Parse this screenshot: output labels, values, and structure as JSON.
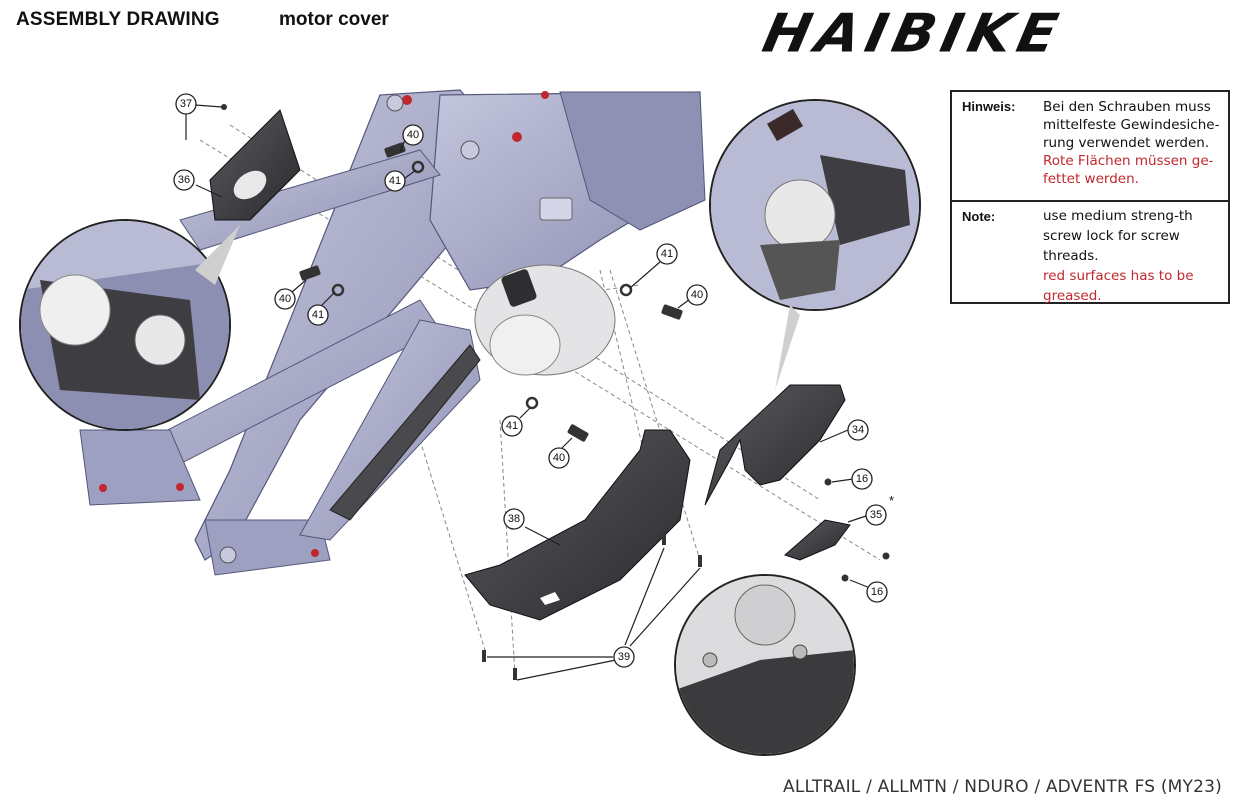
{
  "header": {
    "title": "ASSEMBLY DRAWING",
    "subtitle": "motor cover",
    "logo": "HAIBIKE"
  },
  "notes": {
    "hinweis_label": "Hinweis:",
    "hinweis_black": "Bei den Schrauben muss mittelfeste Gewindesiche-rung verwendet werden.",
    "hinweis_red": "Rote Flächen müssen ge-fettet werden.",
    "note_label": "Note:",
    "note_black": "use medium streng-th screw lock for screw threads.",
    "note_red": "red surfaces has to be greased."
  },
  "callouts": {
    "c37": "37",
    "c36": "36",
    "c40a": "40",
    "c41a": "41",
    "c40b": "40",
    "c41b": "41",
    "c41c": "41",
    "c40c": "40",
    "c41d": "41",
    "c40d": "40",
    "c34": "34",
    "c16a": "16",
    "c35": "35",
    "c16b": "16",
    "c38": "38",
    "c39": "39",
    "asterisk": "*"
  },
  "footer": {
    "models": "ALLTRAIL / ALLMTN / NDURO / ADVENTR FS (MY23)"
  },
  "colors": {
    "frame": "#a9abca",
    "frame_dark": "#7d7fa3",
    "part_dark": "#3a3a3d",
    "grease_red": "#c0282d"
  }
}
